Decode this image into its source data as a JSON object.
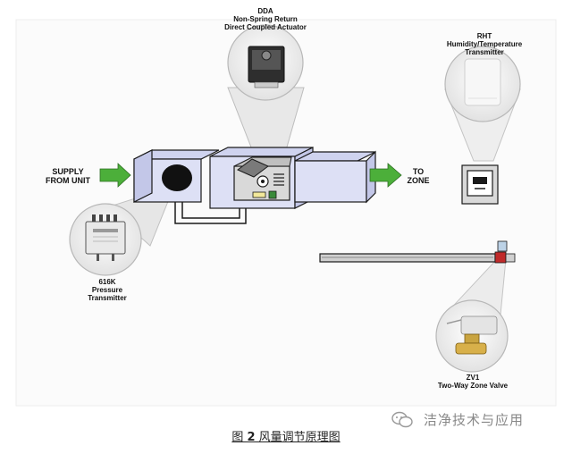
{
  "labels": {
    "dda": "DDA\nNon-Spring Return\nDirect Coupled Actuator",
    "rht": "RHT\nHumidity/Temperature\nTransmitter",
    "supply": "SUPPLY\nFROM UNIT",
    "to_zone": "TO\nZONE",
    "pressure": "616K\nPressure\nTransmitter",
    "zv1": "ZV1\nTwo-Way Zone Valve"
  },
  "caption": {
    "prefix": "图 ",
    "number": "2",
    "suffix": " 风量调节原理图"
  },
  "watermark": "洁净技术与应用",
  "colors": {
    "duct_fill": "#dde0f5",
    "duct_stroke": "#1a1a1a",
    "arrow_green": "#4caf3a",
    "callout_fill": "#efefef",
    "callout_cone": "#e6e6e6"
  }
}
